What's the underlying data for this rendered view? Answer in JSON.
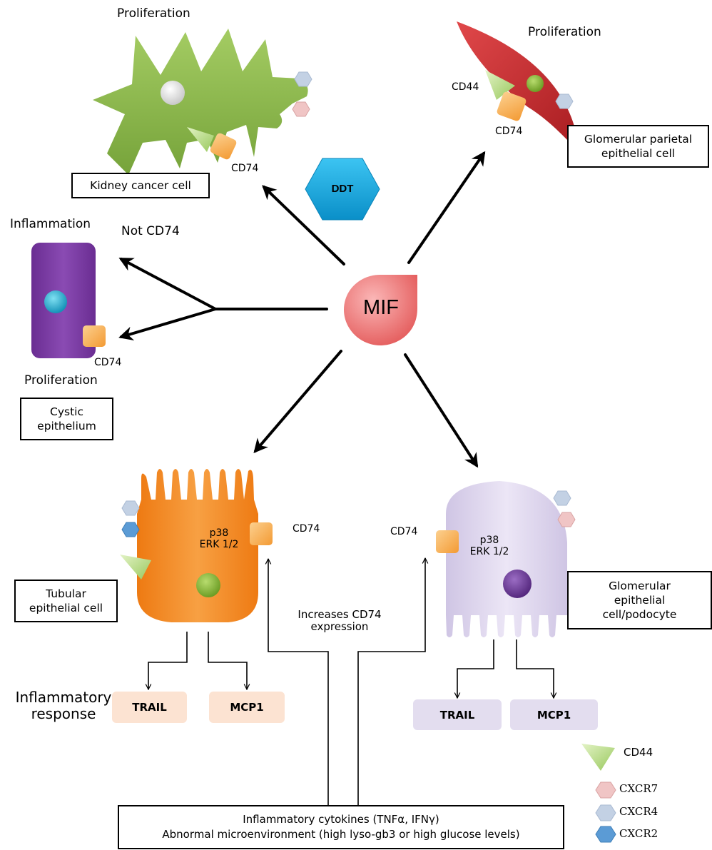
{
  "hub": {
    "label": "MIF"
  },
  "ddt": {
    "label": "DDT"
  },
  "kidney_cancer": {
    "title": "Proliferation",
    "receptor_label": "CD74",
    "box_label": "Kidney cancer cell"
  },
  "parietal": {
    "title": "Proliferation",
    "cd44_label": "CD44",
    "cd74_label": "CD74",
    "box_label_line1": "Glomerular parietal",
    "box_label_line2": "epithelial cell"
  },
  "cystic": {
    "top_label": "Inflammation",
    "not_cd74_label": "Not CD74",
    "cd74_label": "CD74",
    "bottom_label": "Proliferation",
    "box_label_line1": "Cystic",
    "box_label_line2": "epithelium"
  },
  "tubular": {
    "cd74_label": "CD74",
    "kinase_line1": "p38",
    "kinase_line2": "ERK 1/2",
    "box_label_line1": "Tubular",
    "box_label_line2": "epithelial cell",
    "response_line1": "Inflammatory",
    "response_line2": "response",
    "output1": "TRAIL",
    "output2": "MCP1"
  },
  "podocyte": {
    "cd74_label": "CD74",
    "kinase_line1": "p38",
    "kinase_line2": "ERK 1/2",
    "box_label_line1": "Glomerular",
    "box_label_line2": "epithelial",
    "box_label_line3": "cell/podocyte",
    "output1": "TRAIL",
    "output2": "MCP1"
  },
  "cd74_expression": {
    "line1": "Increases CD74",
    "line2": "expression"
  },
  "bottom_box": {
    "line1": "Inflammatory cytokines (TNFα, IFNγ)",
    "line2": "Abnormal microenvironment (high lyso-gb3 or high glucose levels)"
  },
  "legend": [
    {
      "label": "CD44",
      "shape": "wedge",
      "color": "#b5d98a"
    },
    {
      "label": "CXCR7",
      "shape": "hexagon",
      "color": "#e8b4b4"
    },
    {
      "label": "CXCR4",
      "shape": "hexagon",
      "color": "#c3d1e4"
    },
    {
      "label": "CXCR2",
      "shape": "hexagon",
      "color": "#5b9bd5"
    }
  ],
  "colors": {
    "mif": "#ec6f6f",
    "ddt": "#12a9e0",
    "kidney_cancer_cell": "#8bb54a",
    "parietal_cell": "#c9282b",
    "cystic_cell": "#7a3aa1",
    "tubular_cell": "#f28a20",
    "podocyte_cell": "#ddd4ec",
    "cd74": "#f7a94c",
    "tubular_output_bg": "#fce3d2",
    "podocyte_output_bg": "#e3ddef"
  }
}
